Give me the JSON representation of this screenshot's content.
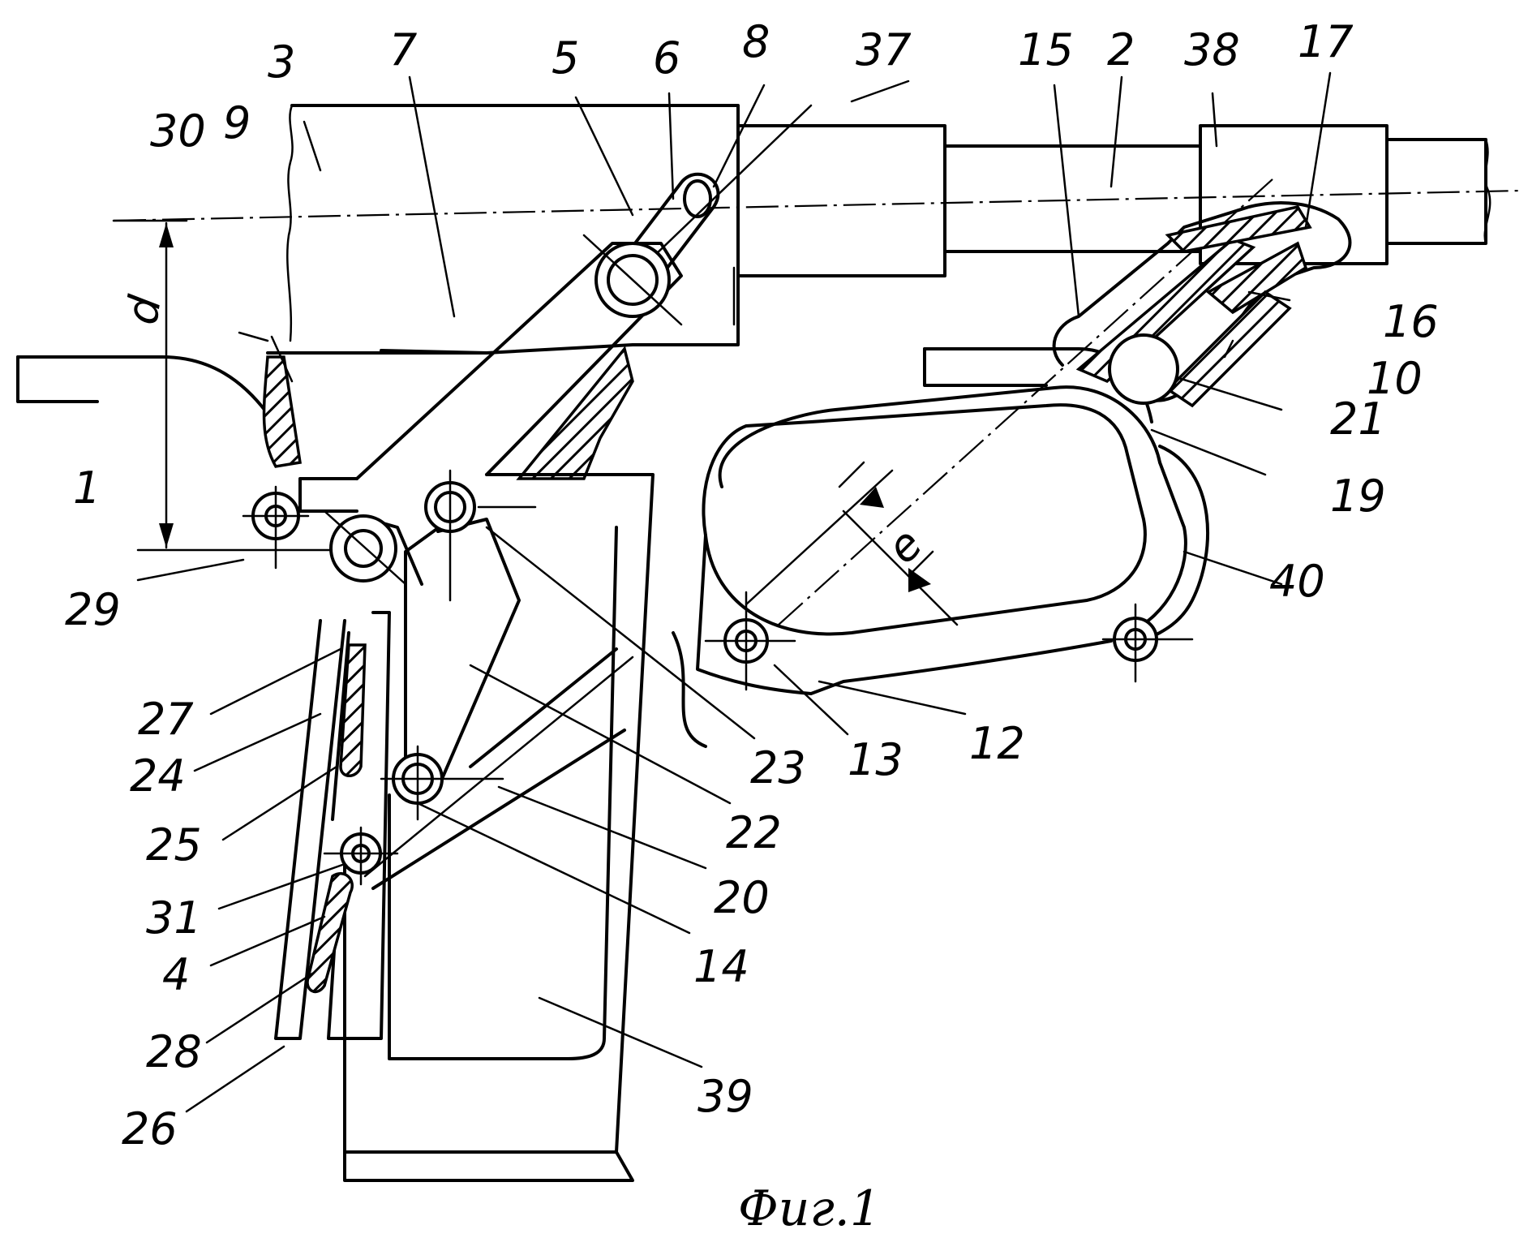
{
  "caption": "Фиг.1",
  "dimensions": {
    "d": "d",
    "e": "e"
  },
  "labels": {
    "l1": "1",
    "l2": "2",
    "l3": "3",
    "l4": "4",
    "l5": "5",
    "l6": "6",
    "l7": "7",
    "l8": "8",
    "l9": "9",
    "l10": "10",
    "l12": "12",
    "l13": "13",
    "l14": "14",
    "l15": "15",
    "l16": "16",
    "l17": "17",
    "l19": "19",
    "l20": "20",
    "l21": "21",
    "l22": "22",
    "l23": "23",
    "l24": "24",
    "l25": "25",
    "l26": "26",
    "l27": "27",
    "l28": "28",
    "l29": "29",
    "l30": "30",
    "l31": "31",
    "l37": "37",
    "l38": "38",
    "l39": "39",
    "l40": "40"
  }
}
